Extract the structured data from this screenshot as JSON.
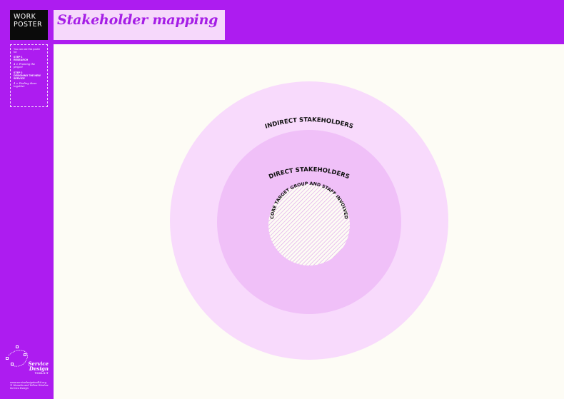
{
  "badge": {
    "line1": "WORK",
    "line2": "POSTER"
  },
  "title": "Stakeholder mapping",
  "sidebar": {
    "intro": "You can use this poster for:",
    "step1_head": "STEP 1",
    "step1_name": "RESEARCH",
    "step1_item": "4 > Framing the project",
    "step2_head": "STEP 2",
    "step2_name": "DESIGNING THE NEW SERVICE",
    "step2_item": "4 > Finding ideas together"
  },
  "logo": {
    "line1": "Service",
    "line2": "Design",
    "line3": "TOOLKIT"
  },
  "footer": {
    "url": "www.servicedesigntoolkit.org",
    "credit": "© Namahn and Yellow Window Service Design"
  },
  "diagram": {
    "outer_label": "INDIRECT STAKEHOLDERS",
    "middle_label": "DIRECT STAKEHOLDERS",
    "inner_label": "CORE TARGET GROUP AND STAFF INVOLVED",
    "colors": {
      "outer": "#f8dafc",
      "middle": "#f0c0f8",
      "inner_hatch": "#e1a8eb",
      "canvas": "#fdfcf5"
    }
  }
}
